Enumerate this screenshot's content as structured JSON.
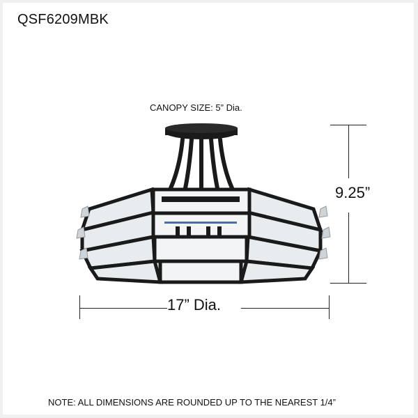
{
  "header": {
    "model_number": "QSF6209MBK"
  },
  "canopy": {
    "label": "CANOPY SIZE: 5” Dia."
  },
  "dimensions": {
    "height_label": "9.25”",
    "width_label": "17” Dia."
  },
  "footer": {
    "note": "NOTE: ALL DIMENSIONS ARE ROUNDED UP TO THE NEAREST 1/4”"
  },
  "colors": {
    "frame": "#f0f0f0",
    "background": "#ffffff",
    "fixture_finish": "#1a1a1a",
    "text": "#111111"
  },
  "image": {
    "subject": "semi-flush mount ceiling light, matte black frame with crystal glass panels"
  }
}
